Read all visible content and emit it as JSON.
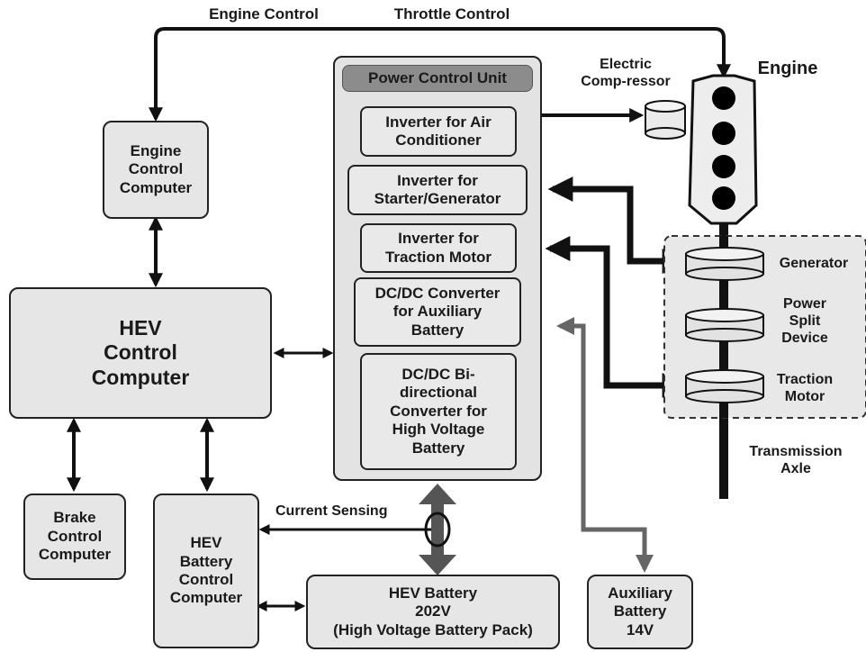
{
  "top_labels": {
    "engine_control": "Engine Control",
    "throttle_control": "Throttle Control"
  },
  "boxes": {
    "engine_control_computer": "Engine\nControl\nComputer",
    "hev_control_computer": "HEV\nControl\nComputer",
    "brake_control_computer": "Brake\nControl\nComputer",
    "hev_battery_control_computer": "HEV\nBattery\nControl\nComputer",
    "hev_battery": "HEV Battery\n202V\n(High Voltage Battery Pack)",
    "auxiliary_battery": "Auxiliary\nBattery\n14V"
  },
  "pcu": {
    "title": "Power Control Unit",
    "items": [
      "Inverter for Air\nConditioner",
      "Inverter for\nStarter/Generator",
      "Inverter for\nTraction Motor",
      "DC/DC Converter\nfor Auxiliary\nBattery",
      "DC/DC Bi-\ndirectional\nConverter for\nHigh Voltage\nBattery"
    ]
  },
  "labels": {
    "electric_compressor": "Electric\nComp-ressor",
    "engine": "Engine",
    "generator": "Generator",
    "power_split_device": "Power\nSplit\nDevice",
    "traction_motor": "Traction\nMotor",
    "transmission_axle": "Transmission\nAxle",
    "current_sensing": "Current Sensing"
  },
  "colors": {
    "box_fill": "#e6e6e6",
    "pcu_title_fill": "#8c8c8c",
    "aux_line": "#666666",
    "battery_arrow": "#555555"
  }
}
